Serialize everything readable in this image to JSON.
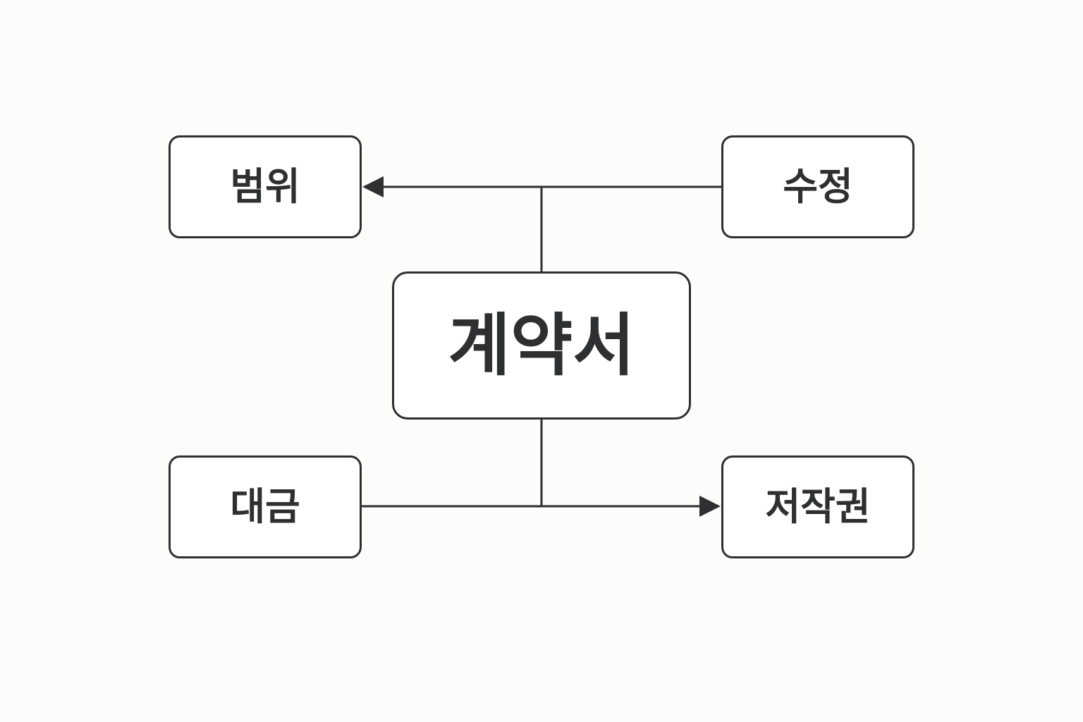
{
  "diagram": {
    "center": {
      "label": "계약서"
    },
    "nodes": {
      "scope": {
        "label": "범위"
      },
      "revision": {
        "label": "수정"
      },
      "payment": {
        "label": "대금"
      },
      "copyright": {
        "label": "저작권"
      }
    },
    "colors": {
      "stroke": "#2d2f30",
      "background": "#fcfcfa",
      "node_fill": "#ffffff"
    },
    "edges": [
      {
        "from": "revision",
        "to": "scope",
        "arrow": "end"
      },
      {
        "from": "center",
        "to": "top-connector",
        "arrow": "none"
      },
      {
        "from": "payment",
        "to": "copyright",
        "arrow": "end"
      },
      {
        "from": "center",
        "to": "bottom-connector",
        "arrow": "none"
      }
    ]
  }
}
